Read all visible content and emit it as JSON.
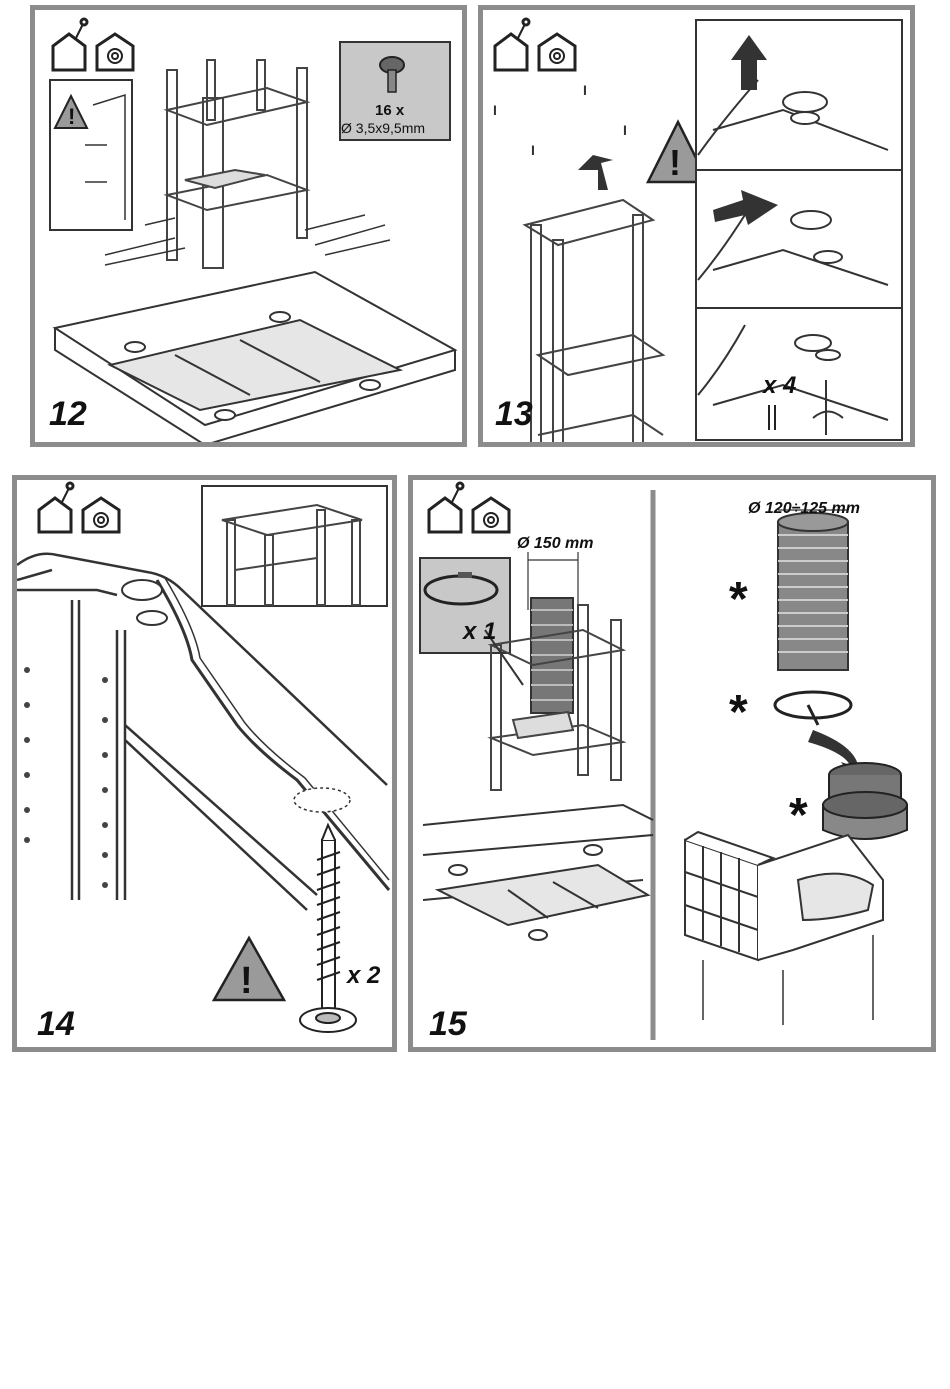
{
  "panels": [
    {
      "step": "12",
      "screw_qty": "16 x",
      "screw_size": "Ø 3,5x9,5mm"
    },
    {
      "step": "13",
      "qty": "x 4"
    },
    {
      "step": "14",
      "qty": "x 2"
    },
    {
      "step": "15",
      "duct_diameter": "Ø 150 mm",
      "clamp_qty": "x 1",
      "flex_diameter": "Ø 120÷125 mm",
      "optional_mark": "*"
    }
  ],
  "colors": {
    "frame": "#8c8c8c",
    "warning_fill": "#9a9a9a",
    "inset_fill": "#c8c8c8"
  }
}
